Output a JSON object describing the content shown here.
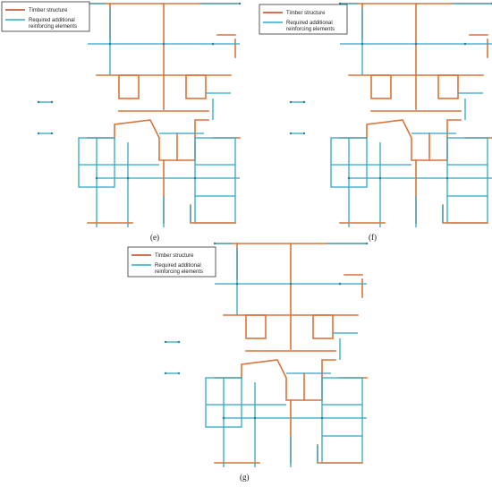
{
  "legend": {
    "timber_label": "Timber structure",
    "reinforce_label_line1": "Required additional",
    "reinforce_label_line2": "reinforcing elements"
  },
  "panels": [
    {
      "id": "e",
      "caption": "(e)"
    },
    {
      "id": "f",
      "caption": "(f)"
    },
    {
      "id": "g",
      "caption": "(g)"
    }
  ],
  "colors": {
    "timber": "#d9743a",
    "reinforcing": "#2fa8c4"
  }
}
